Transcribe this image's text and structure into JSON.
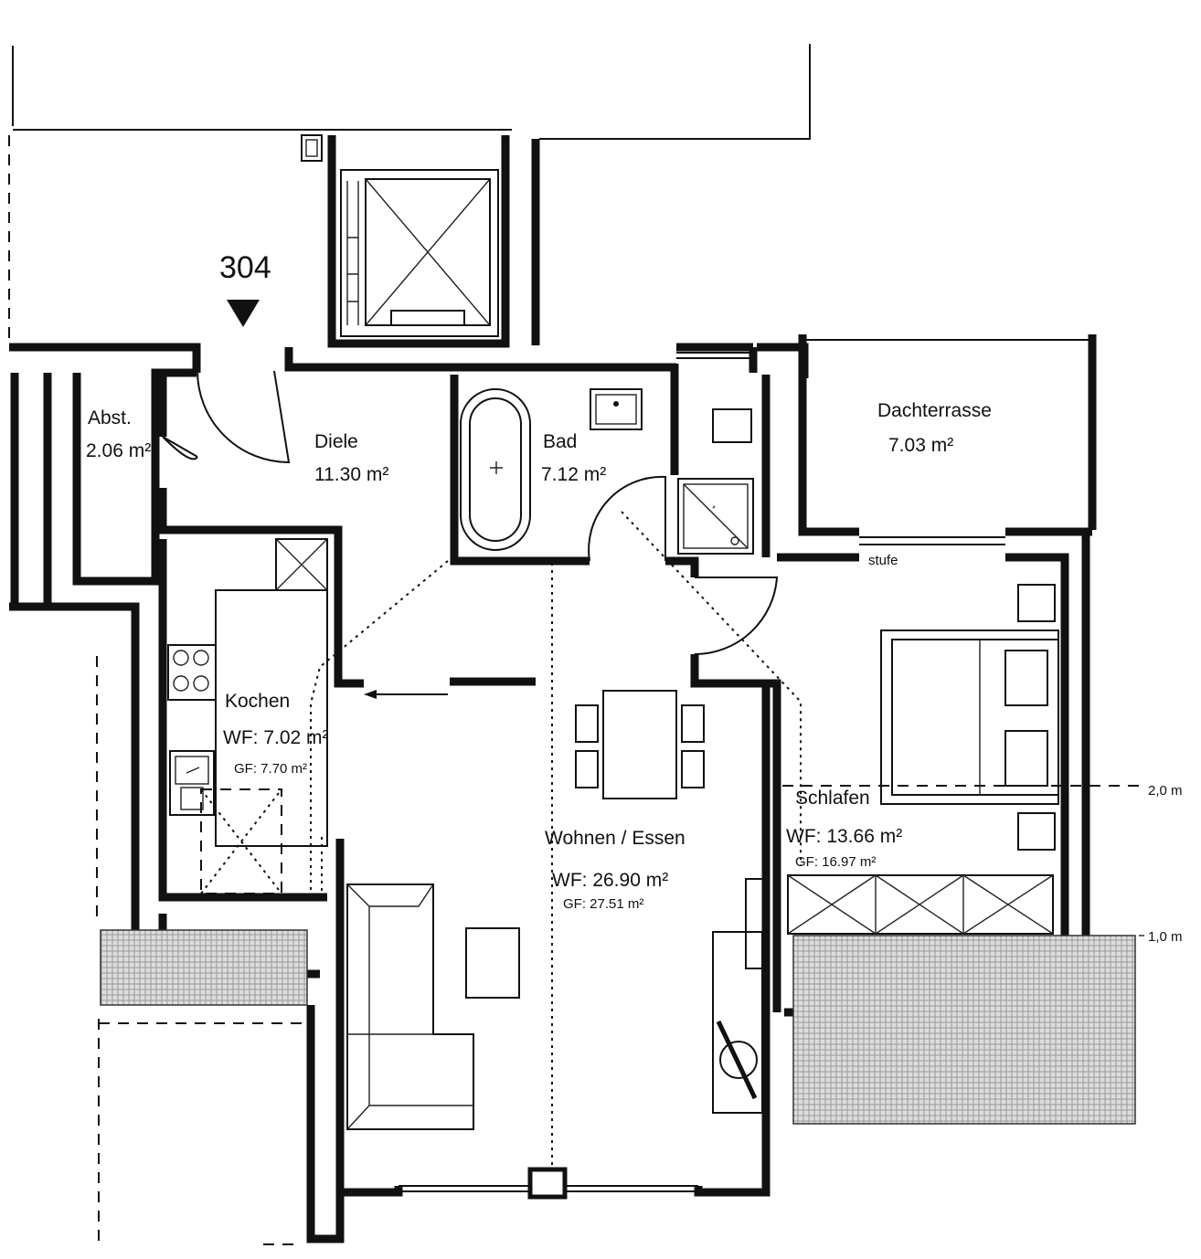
{
  "unit_label": "304",
  "rooms": {
    "abst": {
      "name": "Abst.",
      "area": "2.06 m²"
    },
    "diele": {
      "name": "Diele",
      "area": "11.30 m²"
    },
    "bad": {
      "name": "Bad",
      "area": "7.12 m²"
    },
    "dachterrasse": {
      "name": "Dachterrasse",
      "area": "7.03 m²"
    },
    "kochen": {
      "name": "Kochen",
      "wf": "WF: 7.02 m²",
      "gf": "GF: 7.70 m²"
    },
    "wohnen": {
      "name": "Wohnen / Essen",
      "wf": "WF: 26.90 m²",
      "gf": "GF: 27.51 m²"
    },
    "schlafen": {
      "name": "Schlafen",
      "wf": "WF: 13.66 m²",
      "gf": "GF: 16.97 m²"
    }
  },
  "annotations": {
    "step": "stufe",
    "height_2m": "2,0 m",
    "height_1m": "1,0 m"
  },
  "colors": {
    "line": "#111111",
    "background": "#ffffff"
  }
}
